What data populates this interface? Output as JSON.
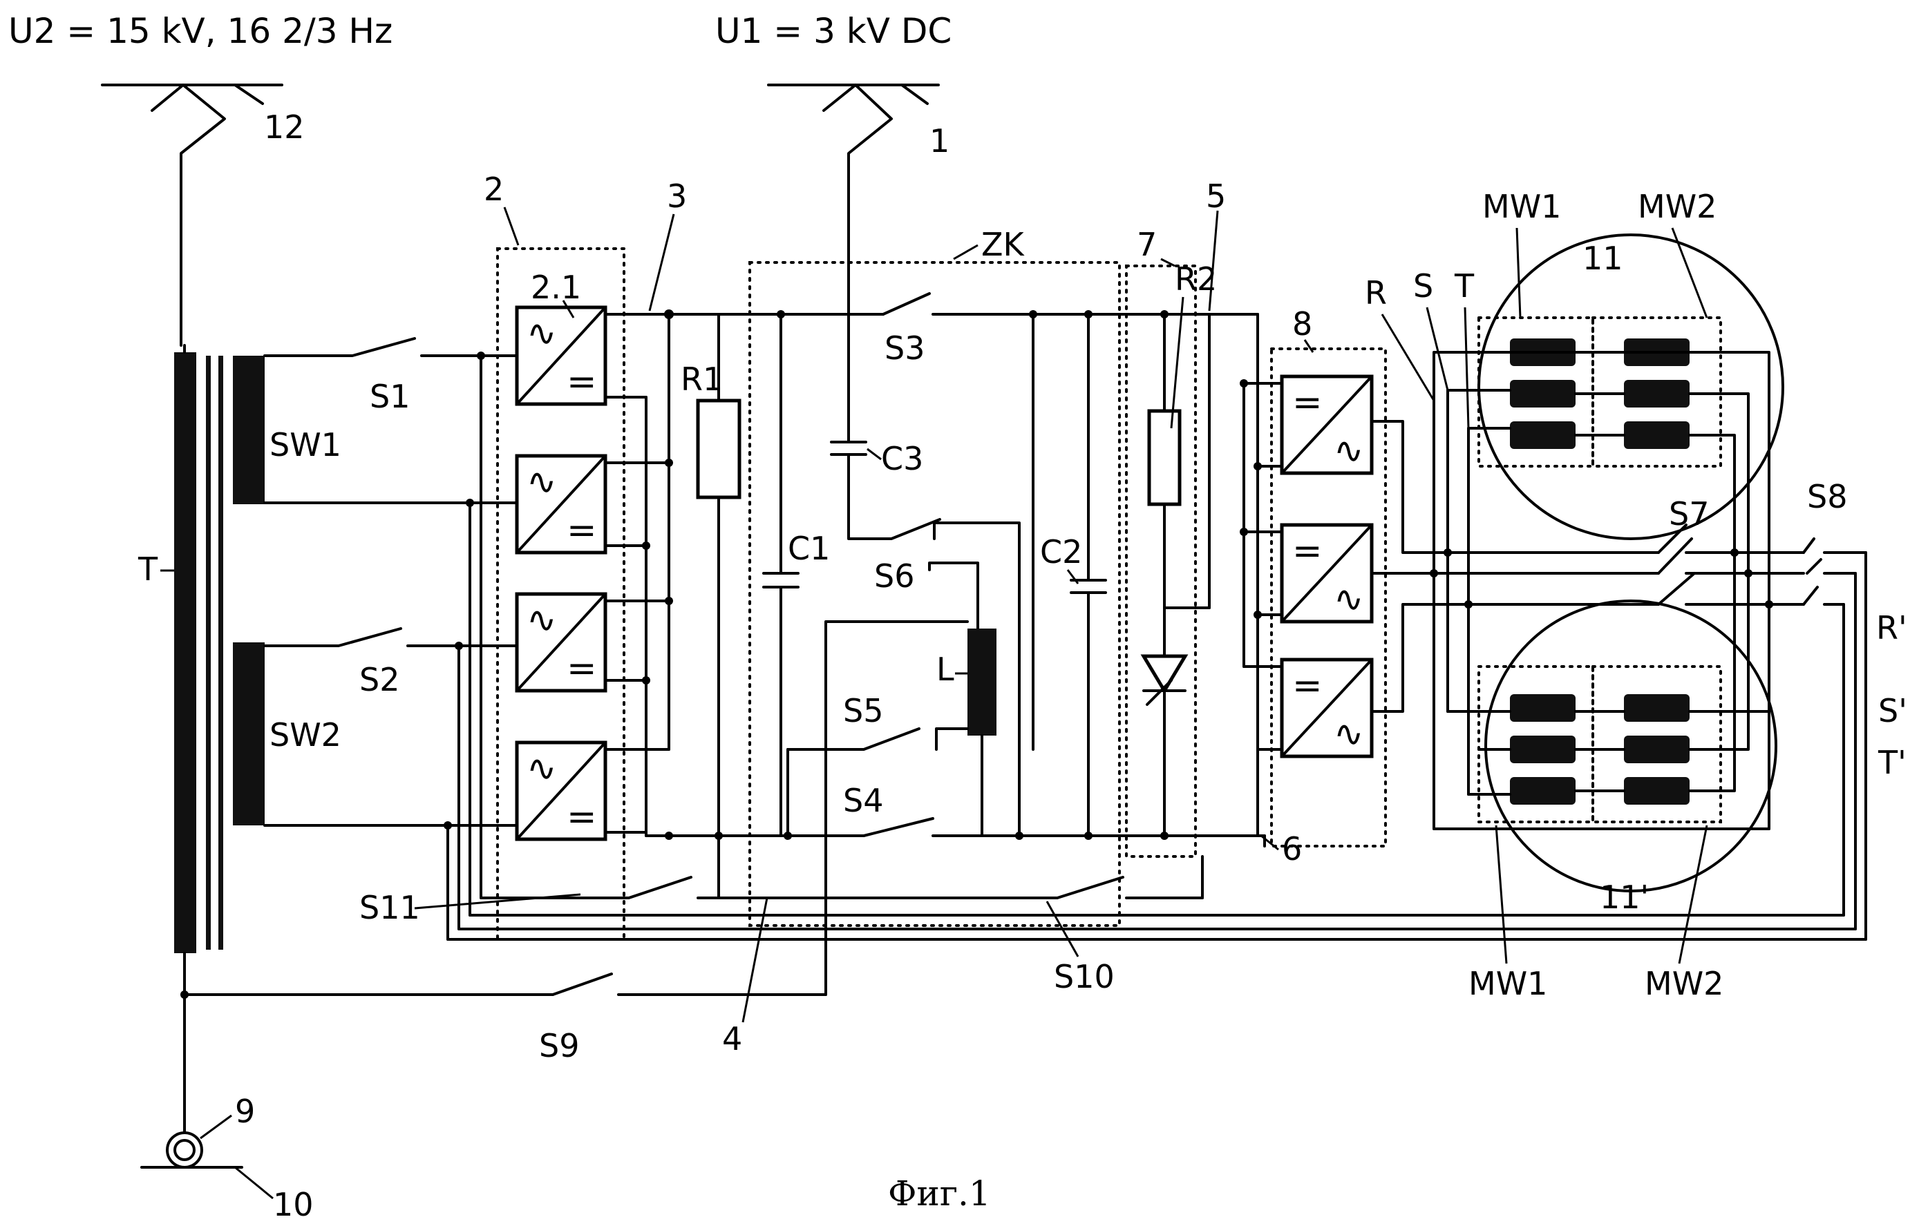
{
  "supply": {
    "ac_label": "U2 = 15 kV, 16 2/3 Hz",
    "dc_label": "U1 = 3 kV DC"
  },
  "labels": {
    "pantograph_ac": "12",
    "pantograph_dc": "1",
    "transformer": "T",
    "winding1": "SW1",
    "winding2": "SW2",
    "converter_group": "2",
    "converter_first": "2.1",
    "bus_pos": "3",
    "bus_neg": "4",
    "link": "ZK",
    "chopper": "7",
    "bus_pos_out": "5",
    "bus_neg_out": "6",
    "inverter_group": "8",
    "r1": "R1",
    "r2": "R2",
    "c1": "C1",
    "c2": "C2",
    "c3": "C3",
    "inductor": "L",
    "s1": "S1",
    "s2": "S2",
    "s3": "S3",
    "s4": "S4",
    "s5": "S5",
    "s6": "S6",
    "s7": "S7",
    "s8": "S8",
    "s9": "S9",
    "s10": "S10",
    "s11": "S11",
    "phase_r": "R",
    "phase_s": "S",
    "phase_t": "T",
    "phase_r2": "R'",
    "phase_s2": "S'",
    "phase_t2": "T'",
    "motor1": "11",
    "motor2": "11'",
    "mw1_top": "MW1",
    "mw2_top": "MW2",
    "mw1_bot": "MW1",
    "mw2_bot": "MW2",
    "wheel": "9",
    "rail": "10",
    "converter_ac_symbol": "∿",
    "converter_dc_symbol": "="
  },
  "caption": "Фиг.1"
}
